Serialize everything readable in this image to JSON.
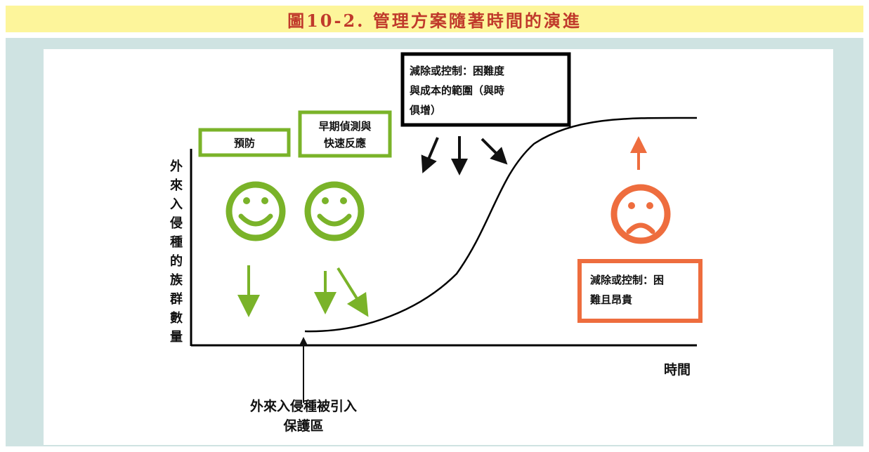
{
  "title": "圖10-2. 管理方案隨著時間的演進",
  "y_axis_label": [
    "外",
    "來",
    "入",
    "侵",
    "種",
    "的",
    "族",
    "群",
    "數",
    "量"
  ],
  "x_axis_label": "時間",
  "stages": {
    "prevention": "預防",
    "early_detection": [
      "早期偵測與",
      "快速反應"
    ],
    "control_cost": [
      "減除或控制：困難度",
      "與成本的範圍（與時",
      "俱增）"
    ],
    "control_hard": [
      "減除或控制：困",
      "難且昂貴"
    ]
  },
  "introduction_label": [
    "外來入侵種被引入",
    "保護區"
  ],
  "colors": {
    "green": "#7ab329",
    "orange": "#ee6d3e",
    "black": "#000000",
    "title_red": "#c0392b",
    "title_bg": "#fdf59b",
    "panel_bg": "#cfe3e2"
  },
  "icons": {
    "happy_face": "smiley-face-icon",
    "sad_face": "sad-face-icon"
  }
}
